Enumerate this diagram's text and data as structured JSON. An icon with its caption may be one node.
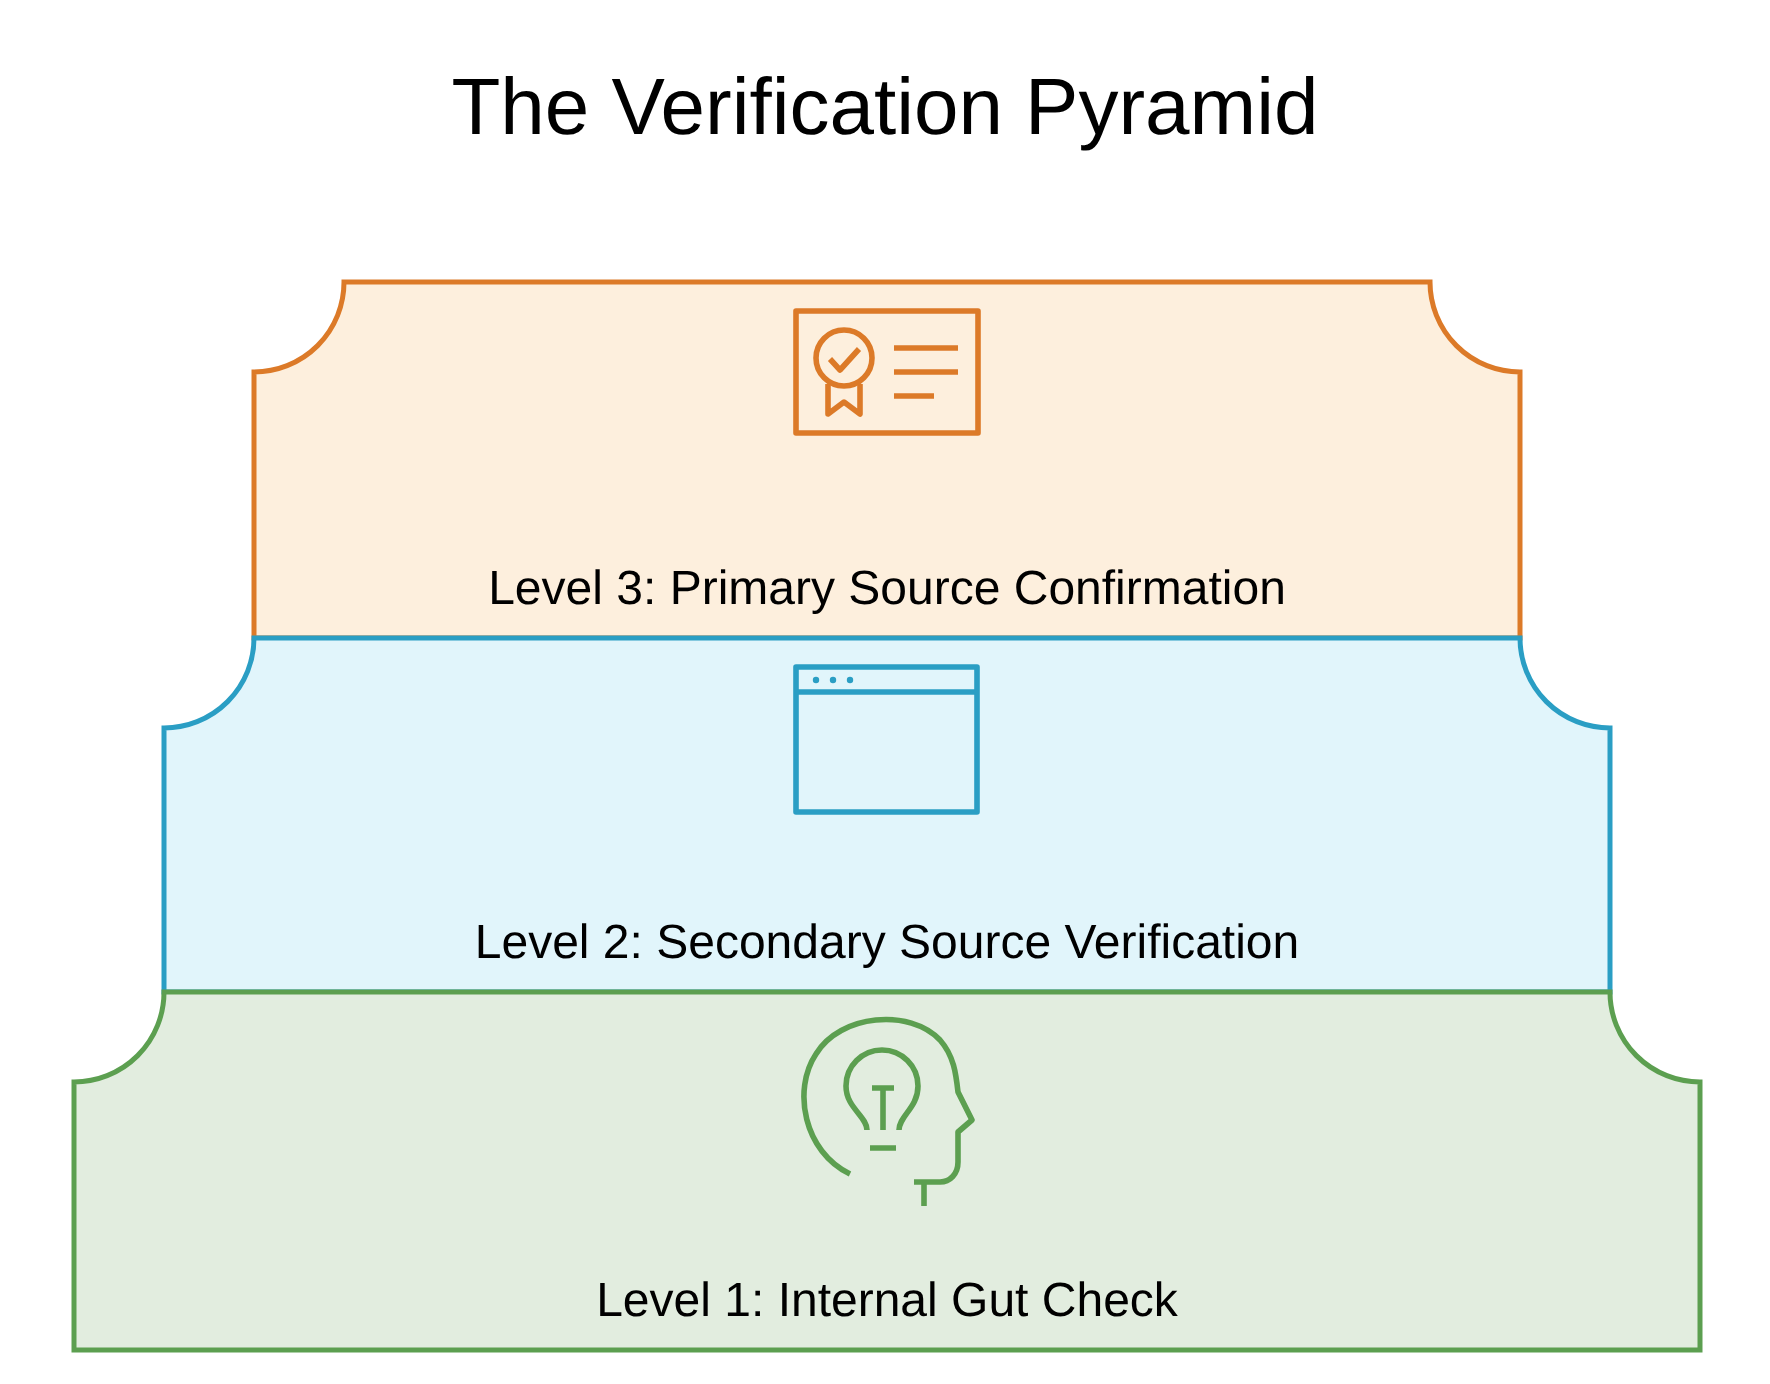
{
  "diagram": {
    "title": "The Verification Pyramid",
    "nodes": [
      {
        "text": [
          "Level 3: Primary Source Confirmation"
        ]
      },
      {
        "text": [
          "Level 2: Secondary Source Verification"
        ]
      },
      {
        "text": [
          "Level 1: Internal Gut Check"
        ]
      }
    ]
  }
}
